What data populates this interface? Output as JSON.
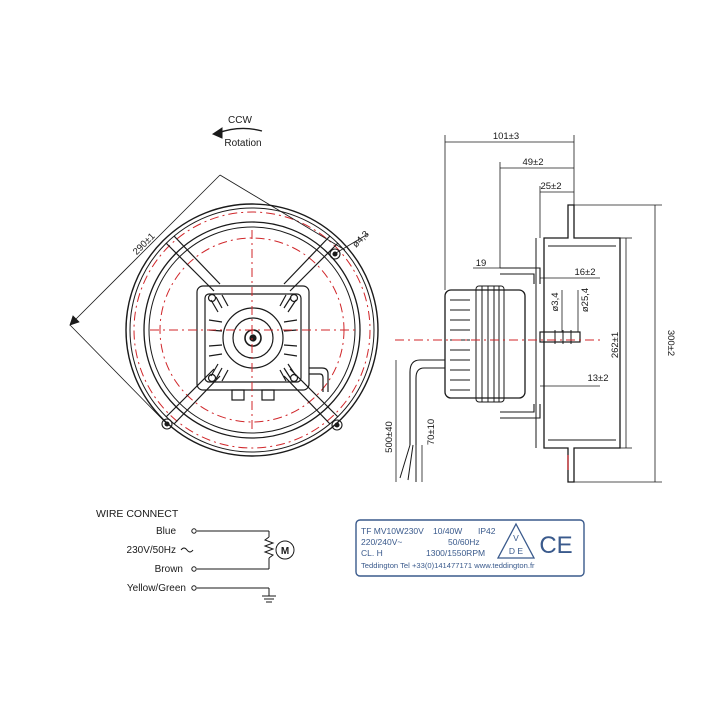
{
  "front_view": {
    "rotation_direction": "CCW",
    "rotation_label": "Rotation",
    "outer_diameter_dim": "290±1",
    "hole_dim": "ø4,3"
  },
  "side_view": {
    "depth_total": "101±3",
    "depth_mid": "49±2",
    "depth_flange": "25±2",
    "motor_width": "19",
    "shaft_offset": "16±2",
    "shaft_dia": "ø3,4",
    "hub_dia": "ø25,4",
    "inner_dia": "262±1",
    "outer_dia": "300±2",
    "hub_depth": "13±2",
    "cable_length": "500±40",
    "wire_strip": "70±10"
  },
  "wiring": {
    "title": "WIRE CONNECT",
    "wire_blue": "Blue",
    "supply": "230V/50Hz",
    "wire_brown": "Brown",
    "wire_earth": "Yellow/Green",
    "motor_symbol": "M"
  },
  "nameplate": {
    "model": "TF MV10W230V",
    "power": "10/40W",
    "protection": "IP42",
    "voltage": "220/240V~",
    "frequency": "50/60Hz",
    "insulation_class": "CL. H",
    "speed": "1300/1550RPM",
    "contact": "Teddington Tel +33(0)141477171  www.teddington.fr",
    "mark_v": "V",
    "mark_de": "D E",
    "mark_ce": "CE"
  },
  "colors": {
    "line": "#1a1a1a",
    "centerline": "#d0262a",
    "plate_border": "#3a5a8c",
    "plate_text": "#3a5a8c"
  }
}
